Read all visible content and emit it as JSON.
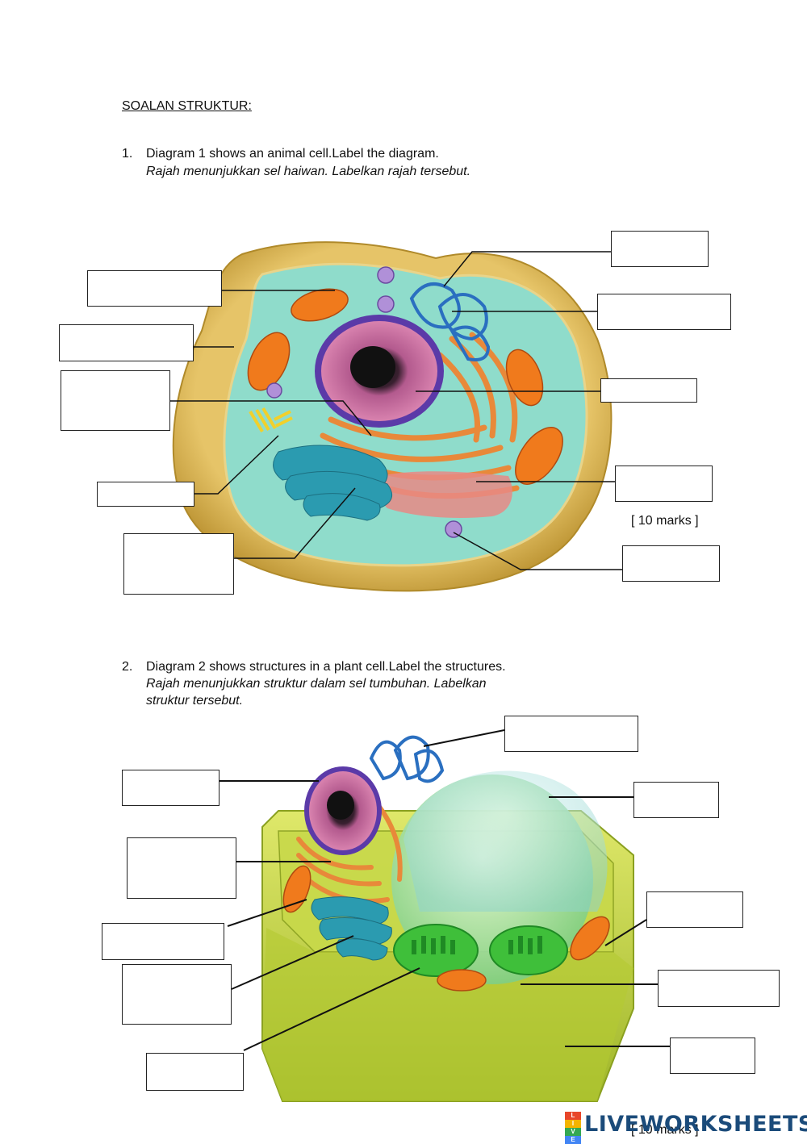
{
  "heading": "SOALAN STRUKTUR:",
  "question1": {
    "number": "1.",
    "text_en": "Diagram 1 shows  an  animal cell.Label the diagram.",
    "text_ms": "Rajah menunjukkan sel haiwan. Labelkan rajah tersebut.",
    "marks": "[ 10 marks ]"
  },
  "question2": {
    "number": "2.",
    "text_en": "Diagram 2 shows  structures in a  plant cell.Label the  structures.",
    "text_ms_line1": "Rajah menunjukkan struktur dalam sel tumbuhan. Labelkan",
    "text_ms_line2": "struktur tersebut.",
    "marks": "[ 10 marks ]"
  },
  "logo": {
    "brand": "LIVEWORKSHEETS",
    "mark_letters": [
      "L",
      "I",
      "V",
      "E"
    ],
    "colors": [
      "#e8462a",
      "#f4b400",
      "#34a853",
      "#4285f4"
    ]
  },
  "colors": {
    "cytoplasm": "#7fd3c4",
    "membrane": "#d9b14a",
    "nucleus": "#c45a9a",
    "er": "#e68a3c",
    "golgi": "#2aa7b8",
    "mitochondria": "#f07a1c",
    "plant_wall": "#c8d93c",
    "vacuole": "#a8e6a0"
  }
}
